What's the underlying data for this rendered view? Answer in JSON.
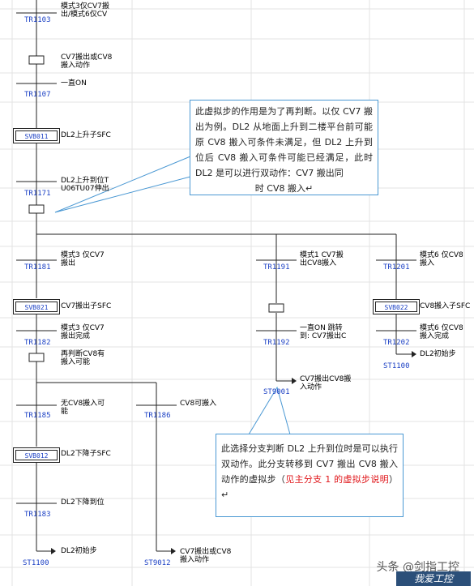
{
  "labels": {
    "tr1103": "TR1103",
    "tr1107": "TR1107",
    "svb011": "SVB011",
    "tr1171": "TR1171",
    "tr1181": "TR1181",
    "tr1191": "TR1191",
    "tr1201": "TR1201",
    "svb021": "SVB021",
    "svb022": "SVB022",
    "tr1182": "TR1182",
    "tr1192": "TR1192",
    "tr1202": "TR1202",
    "st1100_right": "ST1100",
    "st9001": "ST9001",
    "tr1185": "TR1185",
    "tr1186": "TR1186",
    "svb012": "SVB012",
    "tr1183": "TR1183",
    "st1100_bottom": "ST1100",
    "st9012": "ST9012"
  },
  "comments": {
    "tr1103": "模式3仅CV7搬\n出/模式6仅CV",
    "step_a": "CV7搬出或CV8\n搬入动作",
    "tr1107": "一直ON",
    "svb011": "DL2上升子SFC",
    "tr1171": "DL2上升到位T\nU06TU07伸出",
    "tr1181": "模式3 仅CV7\n搬出",
    "tr1191": "模式1 CV7搬\n出CV8搬入",
    "tr1201": "模式6 仅CV8\n搬入",
    "svb021": "CV7搬出子SFC",
    "svb022": "CV8搬入子SFC",
    "tr1182": "模式3 仅CV7\n搬出完成",
    "tr1192": "一直ON 跳转\n到: CV7搬出C",
    "tr1202": "模式6 仅CV8\n搬入完成",
    "st1100_right": "DL2初始步",
    "st9001": "CV7搬出CV8搬\n入动作",
    "recheck": "再判断CV8有\n搬入可能",
    "tr1185": "无CV8搬入可\n能",
    "tr1186": "CV8可搬入",
    "svb012": "DL2下降子SFC",
    "tr1183": "DL2下降到位",
    "st1100_bottom": "DL2初始步",
    "st9012": "CV7搬出或CV8\n搬入动作"
  },
  "callout1": {
    "text": "此虚拟步的作用是为了再判断。以仅 CV7 搬出为例。DL2 从地面上升到二楼平台前可能原 CV8 搬入可条件未满足，但 DL2 上升到位后 CV8 搬入可条件可能已经满足，此时 DL2 是可以进行双动作：CV7 搬出同",
    "last": "时 CV8 搬入↵"
  },
  "callout2": {
    "text": "此选择分支判断 DL2 上升到位时是可以执行双动作。此分支转移到 CV7 搬出 CV8 搬入动作的虚拟步（",
    "red": "见主分支 1 的虚拟步说明",
    "tail": "）↵"
  },
  "watermark": {
    "source": "头条 @剑指工控",
    "logo": "我爱工控"
  },
  "colors": {
    "label": "#1a3fc4",
    "callout_border": "#4a98d3",
    "note_red": "#e0161a"
  }
}
